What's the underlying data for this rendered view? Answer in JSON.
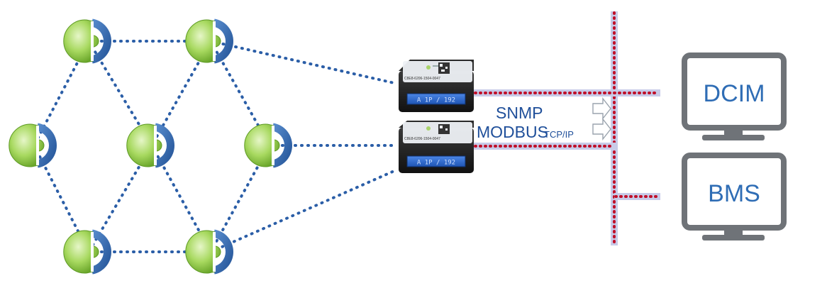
{
  "protocols": {
    "line1": "SNMP",
    "line2": "MODBUS",
    "line2_suffix": "TCP/IP"
  },
  "gateways": [
    {
      "display": "A 1P / 192",
      "sticker": "C8E8-6206-1504-0047"
    },
    {
      "display": "A 1P / 192",
      "sticker": "C8E8-6206-1504-0047"
    }
  ],
  "monitors": [
    {
      "label": "DCIM"
    },
    {
      "label": "BMS"
    }
  ],
  "colors": {
    "node_green": "#8cc63f",
    "node_blue": "#2f6bb3",
    "mesh_link": "#2b5ea7",
    "bus_fill": "#c8cbe8",
    "bus_dots": "#c0102a",
    "monitor_frame": "#6f7378",
    "monitor_text": "#2f6db5",
    "gateway_body": "#1f1f1f",
    "gateway_display": "#2c66c9"
  },
  "icons": [
    "sensor-node-icon",
    "gateway-device-icon",
    "monitor-icon",
    "arrow-right-icon"
  ]
}
